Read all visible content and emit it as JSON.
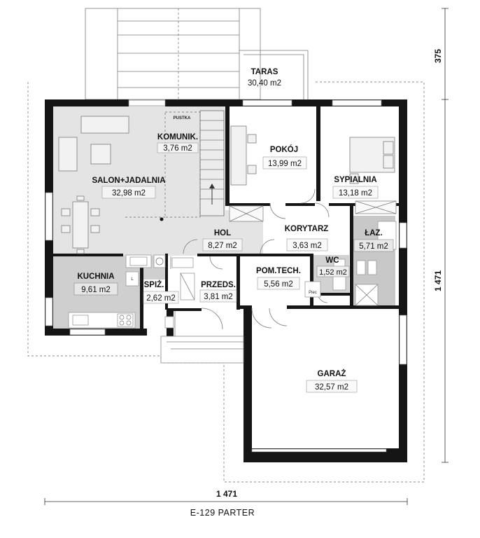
{
  "plan_title": "E-129 PARTER",
  "dimensions": {
    "width_bottom": "1 471",
    "height_right": "1 471",
    "terrace_depth": "375"
  },
  "rooms": {
    "taras": {
      "name": "TARAS",
      "area": "30,40 m2"
    },
    "pustka": {
      "name": "PUSTKA"
    },
    "komunik": {
      "name": "KOMUNIK.",
      "area": "3,76 m2"
    },
    "salon": {
      "name": "SALON+JADALNIA",
      "area": "32,98 m2"
    },
    "pokoj": {
      "name": "POKÓJ",
      "area": "13,99 m2"
    },
    "sypialnia": {
      "name": "SYPIALNIA",
      "area": "13,18 m2"
    },
    "hol": {
      "name": "HOL",
      "area": "8,27 m2"
    },
    "korytarz": {
      "name": "KORYTARZ",
      "area": "3,63 m2"
    },
    "laz": {
      "name": "ŁAZ.",
      "area": "5,71 m2"
    },
    "kuchnia": {
      "name": "KUCHNIA",
      "area": "9,61 m2"
    },
    "spiz": {
      "name": "SPIŻ.",
      "area": "2,62 m2"
    },
    "przeds": {
      "name": "PRZEDS.",
      "area": "3,81 m2"
    },
    "pomtech": {
      "name": "POM.TECH.",
      "area": "5,56 m2"
    },
    "wc": {
      "name": "WC",
      "area": "1,52 m2"
    },
    "garaz": {
      "name": "GARAŻ",
      "area": "32,57 m2"
    }
  },
  "fixtures": {
    "piec": "Piec",
    "fridge_mark": "L"
  },
  "colors": {
    "living_fill": "#e4e4e4",
    "kitchen_fill": "#cfcfcf",
    "bath_fill": "#c8c8c8",
    "wall": "#151515"
  }
}
